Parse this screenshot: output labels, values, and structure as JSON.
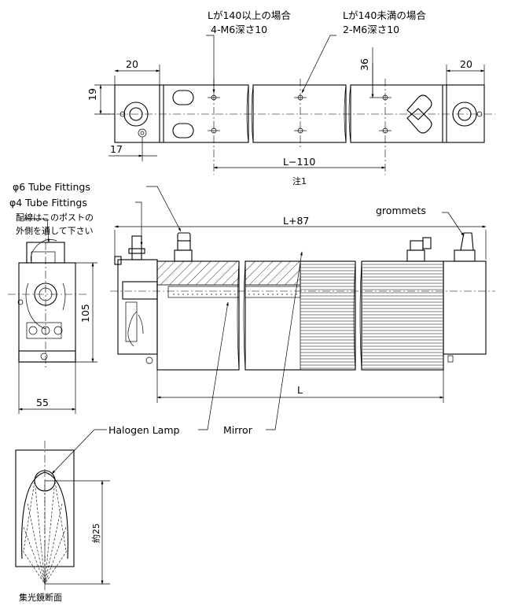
{
  "top_view": {
    "note_ge140_line1": "Lが140以上の場合",
    "note_ge140_line2": "4-M6深さ10",
    "note_lt140_line1": "Lが140未満の場合",
    "note_lt140_line2": "2-M6深さ10",
    "dim_left_20": "20",
    "dim_right_20": "20",
    "dim_19": "19",
    "dim_36": "36",
    "dim_17": "17",
    "dim_L_minus_110": "L−110",
    "note_1": "注1"
  },
  "labels": {
    "tube_fitting_6": "φ6 Tube Fittings",
    "tube_fitting_4": "φ4 Tube Fittings",
    "wiring_note_line1": "配線はこのポストの",
    "wiring_note_line2": "外側を通して下さい",
    "grommets": "grommets",
    "dim_L_plus_87": "L+87",
    "dim_105": "105",
    "dim_55": "55",
    "dim_L": "L",
    "halogen_lamp": "Halogen Lamp",
    "mirror": "Mirror",
    "dim_approx_25": "約25",
    "section_caption": "集光鏡断面"
  }
}
